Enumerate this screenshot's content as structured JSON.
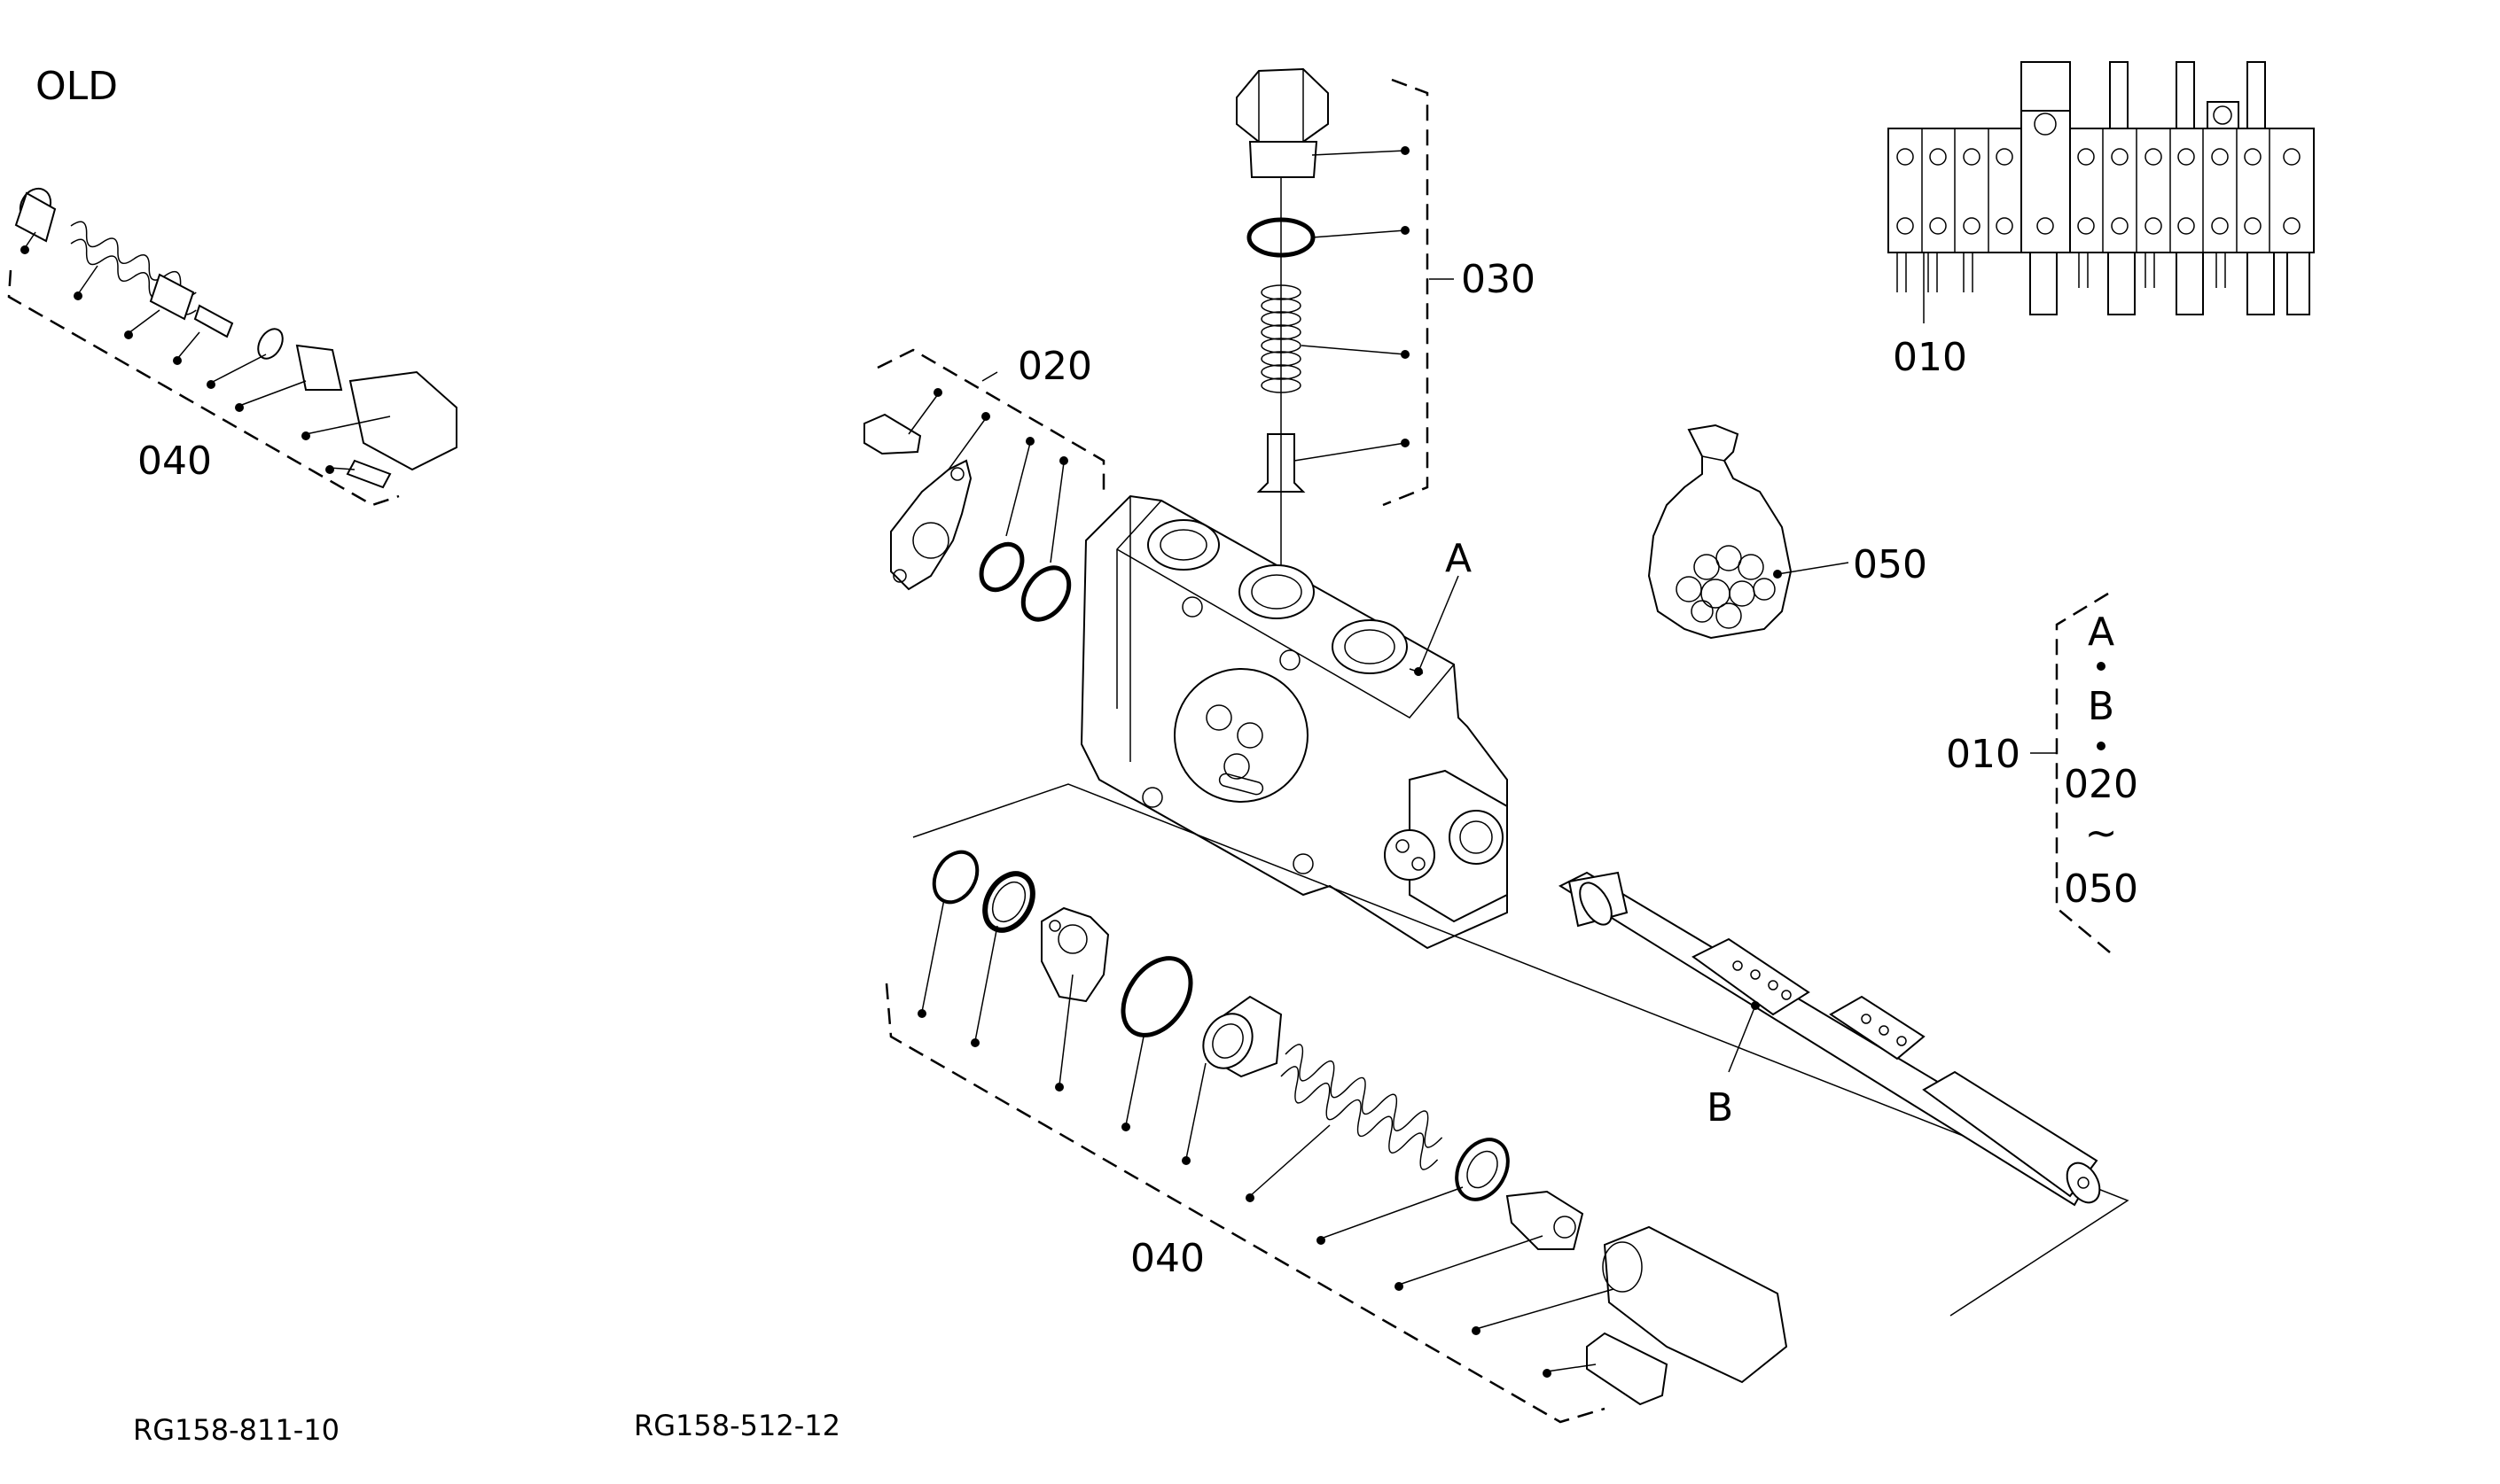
{
  "diagram": {
    "old_label": "OLD",
    "callouts": {
      "c010_top": "010",
      "c020": "020",
      "c030": "030",
      "c040_old": "040",
      "c040_main": "040",
      "c050": "050",
      "cA": "A",
      "cB": "B"
    },
    "kit_legend": {
      "ref": "010",
      "items": [
        "A",
        "B",
        "020",
        "050"
      ],
      "range_symbol": "~"
    },
    "drawing_codes": {
      "old": "RG158-811-10",
      "main": "RG158-512-12"
    }
  }
}
